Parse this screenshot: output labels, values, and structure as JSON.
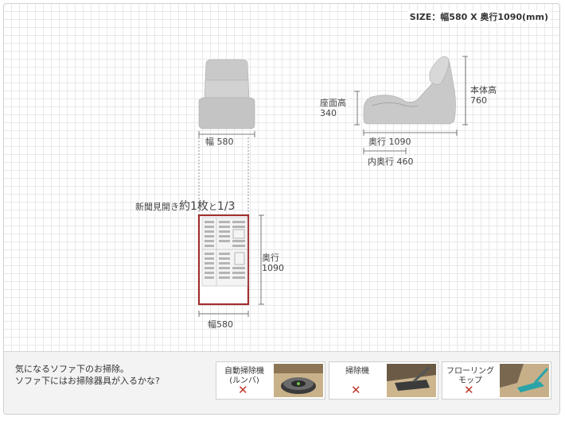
{
  "size_label": "SIZE：幅580 X 奥行1090(mm)",
  "front_view": {
    "width_label": "幅 580"
  },
  "side_view": {
    "seat_height_label": "座面高",
    "seat_height_value": "340",
    "body_height_label": "本体高",
    "body_height_value": "760",
    "depth_label": "奥行 1090",
    "inner_depth_label": "内奥行 460"
  },
  "top_view": {
    "newspaper_prefix": "新聞見開き",
    "newspaper_big": "約1枚",
    "newspaper_mid": "と",
    "newspaper_fraction": "1/3",
    "depth_label": "奥行",
    "depth_value": "1090",
    "width_label": "幅580"
  },
  "cleaning": {
    "line1": "気になるソファ下のお掃除。",
    "line2": "ソファ下にはお掃除器具が入るかな?",
    "items": [
      {
        "label_line1": "自動掃除機",
        "label_line2": "(ルンバ)",
        "mark": "✕",
        "icon": "robot-vacuum-photo"
      },
      {
        "label_line1": "掃除機",
        "label_line2": "",
        "mark": "✕",
        "icon": "vacuum-cleaner-photo"
      },
      {
        "label_line1": "フローリング",
        "label_line2": "モップ",
        "mark": "✕",
        "icon": "floor-mop-photo"
      }
    ]
  },
  "colors": {
    "accent_red": "#b03030",
    "sofa_gray": "#c8c8c8",
    "mark_red": "#c0392b"
  }
}
